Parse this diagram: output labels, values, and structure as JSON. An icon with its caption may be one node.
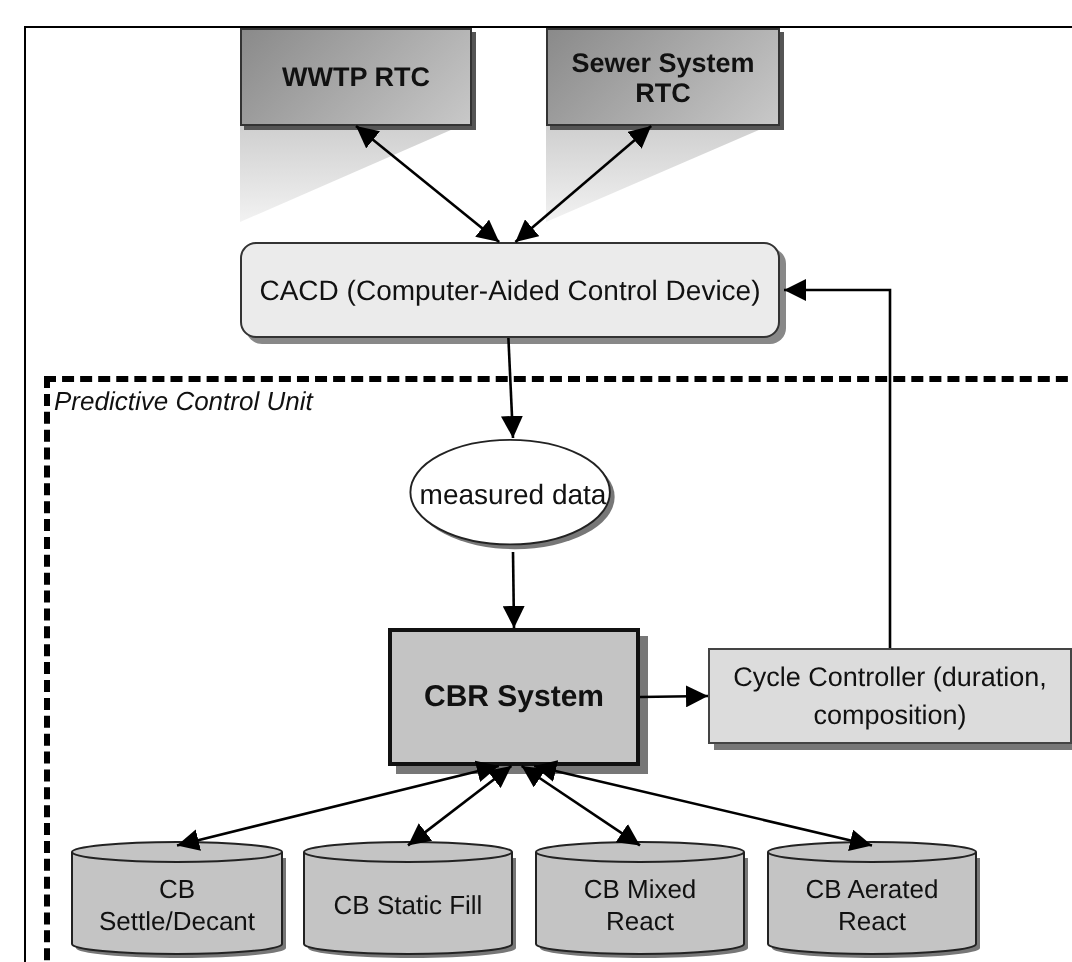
{
  "diagram": {
    "nodes": [
      {
        "text": [
          "WWTP RTC"
        ]
      },
      {
        "text": [
          "Sewer System RTC"
        ]
      },
      {
        "text": [
          "CACD (Computer-Aided Control Device)"
        ]
      },
      {
        "text": [
          "Predictive Control Unit"
        ]
      },
      {
        "text": [
          "measured data"
        ],
        "in": 3
      },
      {
        "text": [
          "CBR System"
        ],
        "in": 3
      },
      {
        "text": [
          "Cycle Controller (duration, composition)"
        ],
        "in": 3
      },
      {
        "text": [
          "CB Settle/Decant"
        ],
        "in": 3
      },
      {
        "text": [
          "CB Static Fill"
        ],
        "in": 3
      },
      {
        "text": [
          "CB Mixed React"
        ],
        "in": 3
      },
      {
        "text": [
          "CB Aerated React"
        ],
        "in": 3
      }
    ],
    "edges": [
      {
        "from": 0,
        "to": 2,
        "arrow": "both"
      },
      {
        "from": 1,
        "to": 2,
        "arrow": "both"
      },
      {
        "from": 2,
        "to": 4,
        "arrow": "to"
      },
      {
        "from": 4,
        "to": 5,
        "arrow": "to"
      },
      {
        "from": 5,
        "to": 6,
        "arrow": "to"
      },
      {
        "from": 6,
        "to": 2,
        "arrow": "to"
      },
      {
        "from": 5,
        "to": 7,
        "arrow": "both"
      },
      {
        "from": 5,
        "to": 8,
        "arrow": "both"
      },
      {
        "from": 5,
        "to": 9,
        "arrow": "both"
      },
      {
        "from": 5,
        "to": 10,
        "arrow": "both"
      }
    ]
  }
}
